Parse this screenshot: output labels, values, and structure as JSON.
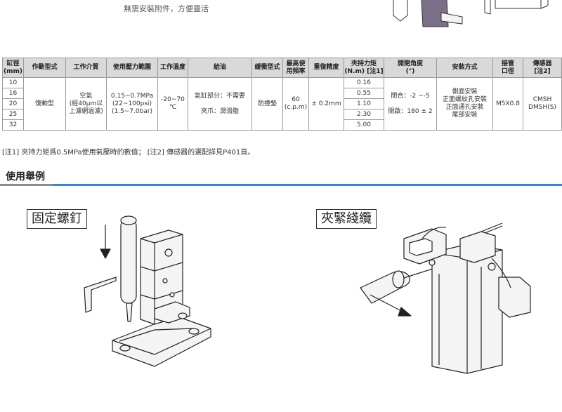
{
  "top_note": "無需安裝附件，方便靈活",
  "table": {
    "headers": [
      {
        "main": "缸徑",
        "sub": "(mm)"
      },
      {
        "main": "作動型式",
        "sub": ""
      },
      {
        "main": "工作介質",
        "sub": ""
      },
      {
        "main": "使用壓力範圍",
        "sub": ""
      },
      {
        "main": "工作溫度",
        "sub": ""
      },
      {
        "main": "給油",
        "sub": ""
      },
      {
        "main": "緩衝型式",
        "sub": ""
      },
      {
        "main": "最高使",
        "sub": "用頻率"
      },
      {
        "main": "重復精度",
        "sub": ""
      },
      {
        "main": "夾持力矩",
        "sub": "(N.m) [注1]"
      },
      {
        "main": "開閉角度",
        "sub": "(°)"
      },
      {
        "main": "安裝方式",
        "sub": ""
      },
      {
        "main": "接管",
        "sub": "口徑"
      },
      {
        "main": "傳感器",
        "sub": "[注2]"
      }
    ],
    "bores": [
      "10",
      "16",
      "20",
      "25",
      "32"
    ],
    "torques": [
      "0.16",
      "0.55",
      "1.10",
      "2.30",
      "5.00"
    ],
    "action": "復動型",
    "medium": [
      "空氣",
      "(經40μm以",
      "上濾網過濾)"
    ],
    "pressure": [
      "0.15~0.7MPa",
      "(22~100psi)",
      "(1.5~7.0bar)"
    ],
    "temperature": [
      "-20~70",
      "℃"
    ],
    "lubrication": [
      "氣缸部分：不需要",
      "夾爪：潤滑脂"
    ],
    "cushion": "防撞墊",
    "frequency": [
      "60",
      "(c.p.m)"
    ],
    "repeatability": "± 0.2mm",
    "angle": [
      "閉合：-2 ~-5",
      "開啟：180 ± 2"
    ],
    "mounting": [
      "側面安裝",
      "正面螺紋孔安裝",
      "正面通孔安裝",
      "尾部安裝"
    ],
    "port": "M5X0.8",
    "sensor": [
      "CMSH",
      "DMSH(S)"
    ]
  },
  "note": "[注1] 夾持力矩爲0.5MPa使用氣壓時的數值；  [注2] 傳感器的選配詳見P401頁。",
  "section_title": "使用舉例",
  "examples": [
    {
      "label": "固定螺釘"
    },
    {
      "label": "夾緊綫纜"
    }
  ],
  "colors": {
    "accent": "#2f8ad6",
    "header_bg": "#d9d9d9",
    "grid": "#9a9a9a"
  }
}
